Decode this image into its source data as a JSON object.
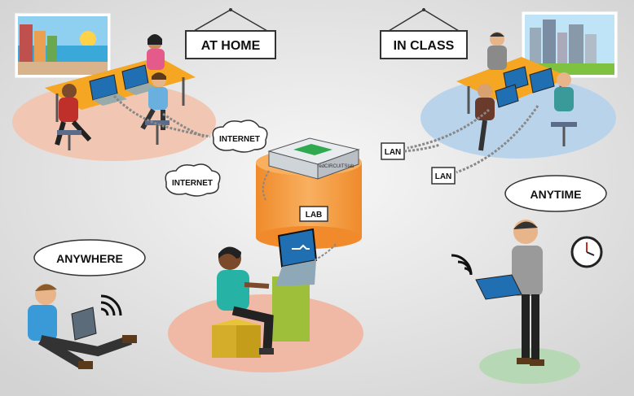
{
  "signs": {
    "at_home": "AT HOME",
    "in_class": "IN CLASS"
  },
  "clouds": {
    "internet_1": "INTERNET",
    "internet_2": "INTERNET"
  },
  "tags": {
    "lan_1": "LAN",
    "lan_2": "LAN",
    "lab": "LAB"
  },
  "device": {
    "name": "redCIRCUITSlab"
  },
  "bubbles": {
    "anywhere": "ANYWHERE",
    "anytime": "ANYTIME"
  },
  "colors": {
    "home_floor": "#f1c7b3",
    "class_floor": "#b9d3ea",
    "lab_cylinder": "#f6a145",
    "center_floor": "#f0b9a6",
    "teacher_floor": "#b7d8b4",
    "table": "#f5a623"
  }
}
